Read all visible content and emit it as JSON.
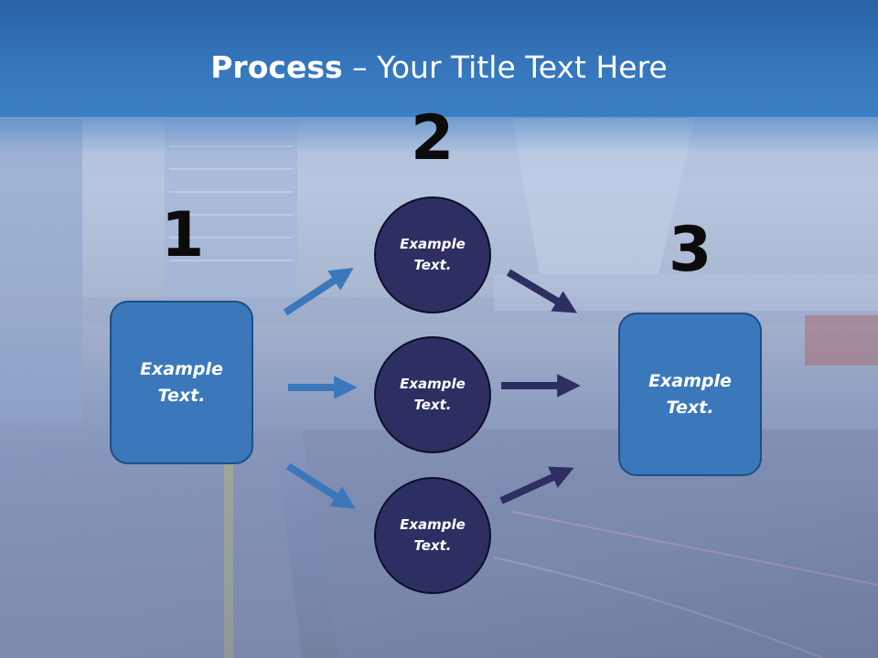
{
  "title": {
    "bold": "Process",
    "rest": " – Your Title Text Here"
  },
  "numbers": {
    "n1": "1",
    "n2": "2",
    "n3": "3"
  },
  "left_box": {
    "label": "Example Text."
  },
  "circles": [
    {
      "label": "Example Text."
    },
    {
      "label": "Example Text."
    },
    {
      "label": "Example Text."
    }
  ],
  "right_box": {
    "label": "Example Text."
  },
  "colors": {
    "header": "#3677bd",
    "box": "#3a78bb",
    "circle": "#2d2f62",
    "arrow_blue": "#3a78bb",
    "arrow_navy": "#2d2f62"
  }
}
